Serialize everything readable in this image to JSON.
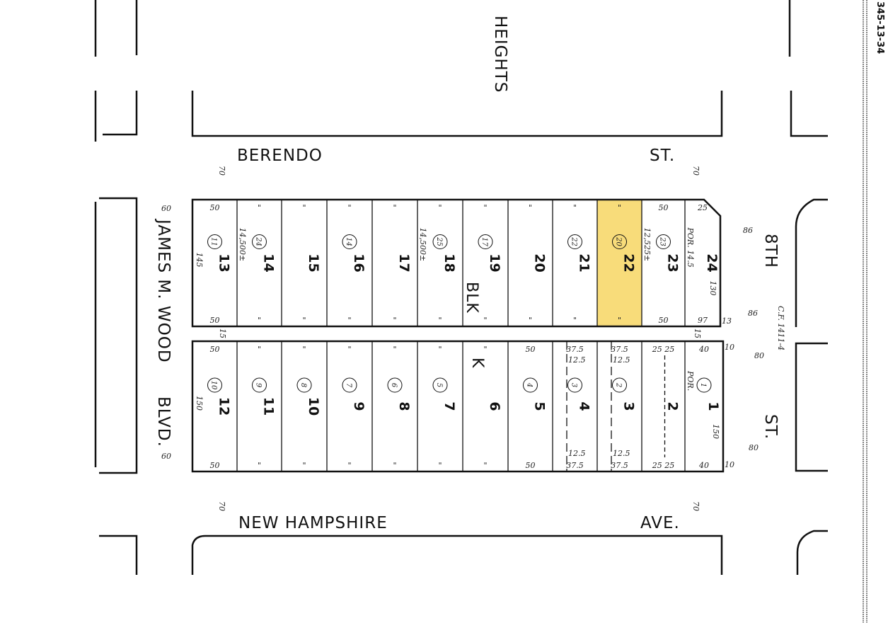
{
  "map_id": "345-13-34",
  "highlight_color": "#f8dc7a",
  "streets": {
    "heights": "HEIGHTS",
    "berendo": "BERENDO",
    "berendo_st": "ST.",
    "james_wood": "JAMES M. WOOD",
    "blvd": "BLVD.",
    "eighth": "8TH",
    "eighth_st": "ST.",
    "new_hampshire": "NEW HAMPSHIRE",
    "ave": "AVE."
  },
  "street_widths": {
    "berendo_left": "70",
    "berendo_right": "70",
    "nh_left": "70",
    "nh_right": "70",
    "jmw_top": "60",
    "jmw_bottom": "60",
    "eighth_top1": "86",
    "eighth_top2": "86",
    "eighth_bot1": "80",
    "eighth_bot2": "80"
  },
  "block": {
    "label1": "BLK",
    "label2": "K"
  },
  "cf_note": "C.F. 1411-4",
  "highlighted_lot": "22",
  "top_row": [
    {
      "lot": "13",
      "parcel": "11",
      "front": "50",
      "back": "50",
      "depth": "145"
    },
    {
      "lot": "14",
      "parcel": "24",
      "front": "\"",
      "back": "\"",
      "note": "14,500±"
    },
    {
      "lot": "15",
      "parcel": "",
      "front": "\"",
      "back": "\""
    },
    {
      "lot": "16",
      "parcel": "14",
      "front": "\"",
      "back": "\""
    },
    {
      "lot": "17",
      "parcel": "",
      "front": "\"",
      "back": "\""
    },
    {
      "lot": "18",
      "parcel": "25",
      "front": "\"",
      "back": "\"",
      "note": "14,500±"
    },
    {
      "lot": "19",
      "parcel": "17",
      "front": "\"",
      "back": "\""
    },
    {
      "lot": "20",
      "parcel": "",
      "front": "\"",
      "back": "\""
    },
    {
      "lot": "21",
      "parcel": "22",
      "front": "\"",
      "back": "\""
    },
    {
      "lot": "22",
      "parcel": "20",
      "front": "\"",
      "back": "\""
    },
    {
      "lot": "23",
      "parcel": "23",
      "front": "50",
      "back": "50",
      "note": "12,525±"
    },
    {
      "lot": "24",
      "parcel": "",
      "front": "25",
      "back": "97",
      "depth": "130",
      "note": "POR. 14.5"
    }
  ],
  "bottom_row": [
    {
      "lot": "12",
      "parcel": "10",
      "front": "50",
      "back": "50",
      "depth": "150"
    },
    {
      "lot": "11",
      "parcel": "9",
      "front": "\"",
      "back": "\""
    },
    {
      "lot": "10",
      "parcel": "8",
      "front": "\"",
      "back": "\""
    },
    {
      "lot": "9",
      "parcel": "7",
      "front": "\"",
      "back": "\""
    },
    {
      "lot": "8",
      "parcel": "6",
      "front": "\"",
      "back": "\""
    },
    {
      "lot": "7",
      "parcel": "5",
      "front": "\"",
      "back": "\""
    },
    {
      "lot": "6",
      "parcel": "",
      "front": "\"",
      "back": "\""
    },
    {
      "lot": "5",
      "parcel": "4",
      "front": "50",
      "back": "50"
    },
    {
      "lot": "4",
      "parcel": "3",
      "front": "37.5",
      "back": "37.5",
      "sub": "12.5"
    },
    {
      "lot": "3",
      "parcel": "2",
      "front": "37.5",
      "back": "37.5",
      "sub": "12.5"
    },
    {
      "lot": "2",
      "parcel": "",
      "front": "25   25",
      "back": "25   25"
    },
    {
      "lot": "1",
      "parcel": "1",
      "front": "40",
      "back": "40",
      "depth": "150",
      "note": "POR."
    }
  ],
  "edge_dims": {
    "top_block_left": "15",
    "top_block_right_bottom": "13",
    "top_block_right": "15",
    "bottom_right_top": "10",
    "bottom_right_bottom": "10"
  }
}
